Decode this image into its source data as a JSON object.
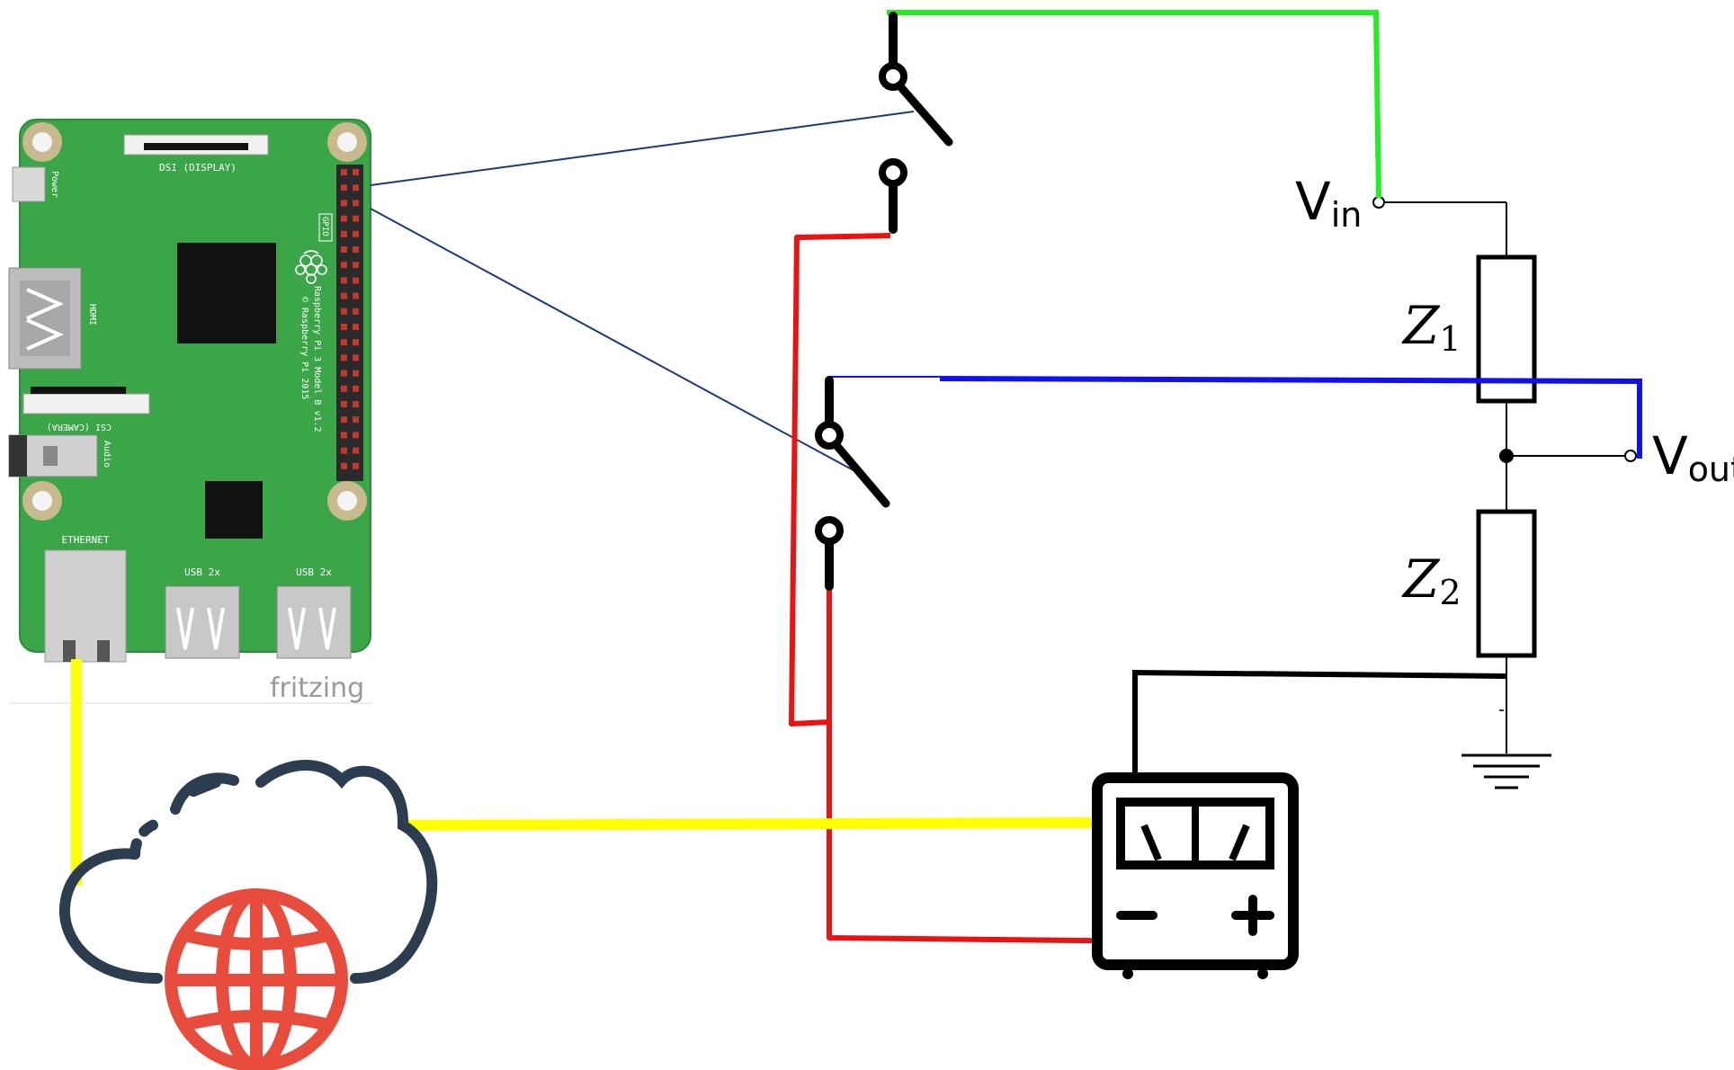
{
  "raspberry_pi": {
    "dsi_label": "DSI (DISPLAY)",
    "power_label": "Power",
    "hdmi_label": "HDMI",
    "csi_label": "CSI (CAMERA)",
    "audio_label": "Audio",
    "ethernet_label": "ETHERNET",
    "usb_label_1": "USB 2x",
    "usb_label_2": "USB 2x",
    "gpio_label": "GPIO",
    "model_label": "Raspberry Pi 3 Model B v1.2",
    "copyright_label": "© Raspberry Pi 2015",
    "watermark": "fritzing"
  },
  "circuit": {
    "vin_main": "V",
    "vin_sub": "in",
    "vout_main": "V",
    "vout_sub": "out",
    "z1_main": "Z",
    "z1_sub": "1",
    "z2_main": "Z",
    "z2_sub": "2"
  },
  "colors": {
    "board_green": "#3aa648",
    "wire_green": "#22ee22",
    "wire_red": "#ee1111",
    "wire_blue": "#1111ee",
    "wire_yellow": "#ffff00",
    "wire_gpio": "#1a3a7a",
    "cloud_stroke": "#2b3d4f",
    "globe_red": "#e84c3d"
  },
  "icons": {
    "switch_1": "spst-switch-icon",
    "switch_2": "spst-switch-icon",
    "meter": "voltmeter-icon",
    "cloud": "cloud-internet-icon",
    "ground": "ground-icon"
  }
}
